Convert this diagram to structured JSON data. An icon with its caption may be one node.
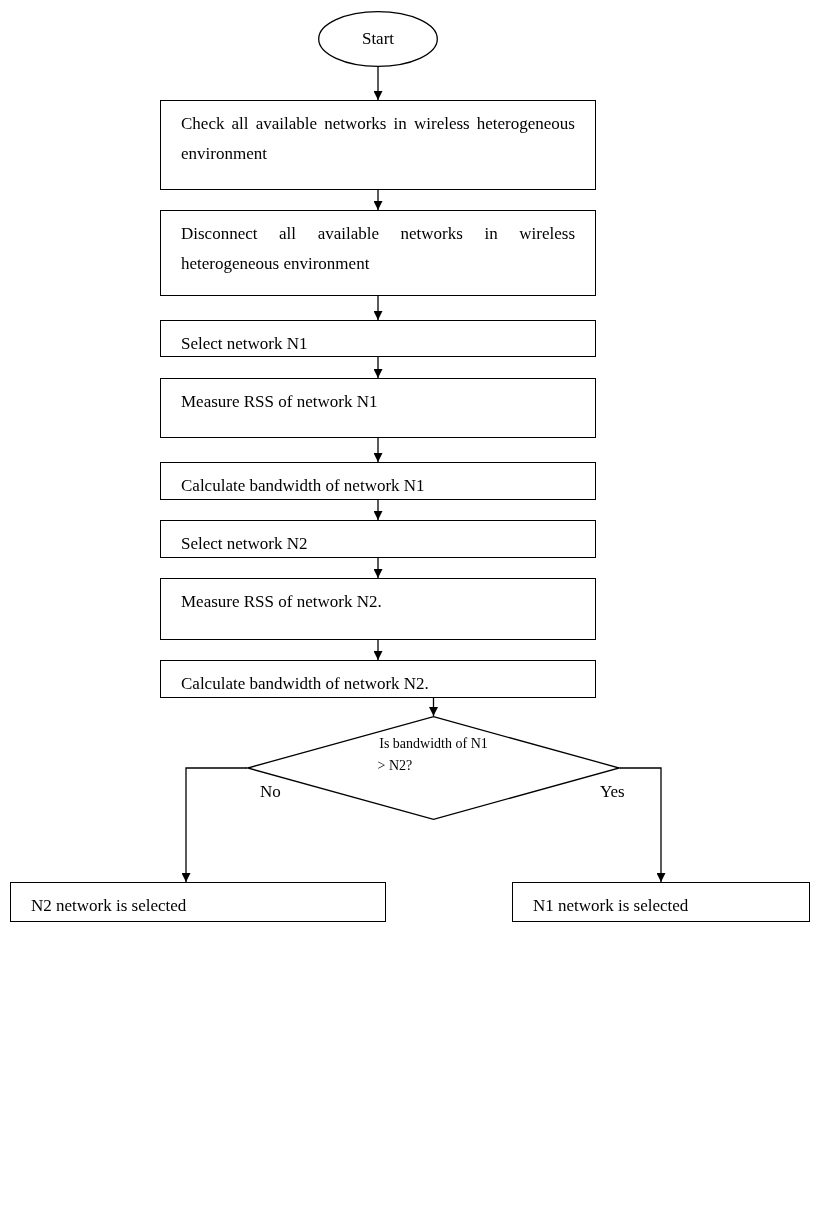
{
  "diagram": {
    "nodes": [
      {
        "text": [
          "Start"
        ]
      },
      {
        "text": [
          "Check all available networks in wireless heterogeneous environment"
        ]
      },
      {
        "text": [
          "Disconnect all available networks in wireless heterogeneous environment"
        ]
      },
      {
        "text": [
          "Select network N1"
        ]
      },
      {
        "text": [
          "Measure RSS of network N1"
        ]
      },
      {
        "text": [
          "Calculate bandwidth of network N1"
        ]
      },
      {
        "text": [
          "Select network N2"
        ]
      },
      {
        "text": [
          "Measure RSS of network N2."
        ]
      },
      {
        "text": [
          "Calculate bandwidth of network N2."
        ]
      },
      {
        "text": [
          "Is bandwidth of N1 > N2?"
        ]
      },
      {
        "text": [
          "N2 network is selected"
        ]
      },
      {
        "text": [
          "N1 network is selected"
        ]
      }
    ],
    "edges": [
      {
        "from": 0,
        "to": 1,
        "arrow": "to"
      },
      {
        "from": 1,
        "to": 2,
        "arrow": "to"
      },
      {
        "from": 2,
        "to": 3,
        "arrow": "to"
      },
      {
        "from": 3,
        "to": 4,
        "arrow": "to"
      },
      {
        "from": 4,
        "to": 5,
        "arrow": "to"
      },
      {
        "from": 5,
        "to": 6,
        "arrow": "to"
      },
      {
        "from": 6,
        "to": 7,
        "arrow": "to"
      },
      {
        "from": 7,
        "to": 8,
        "arrow": "to"
      },
      {
        "from": 8,
        "to": 9,
        "arrow": "to"
      },
      {
        "from": 9,
        "to": 10,
        "arrow": "to",
        "label": "No"
      },
      {
        "from": 9,
        "to": 11,
        "arrow": "to",
        "label": "Yes"
      }
    ]
  }
}
